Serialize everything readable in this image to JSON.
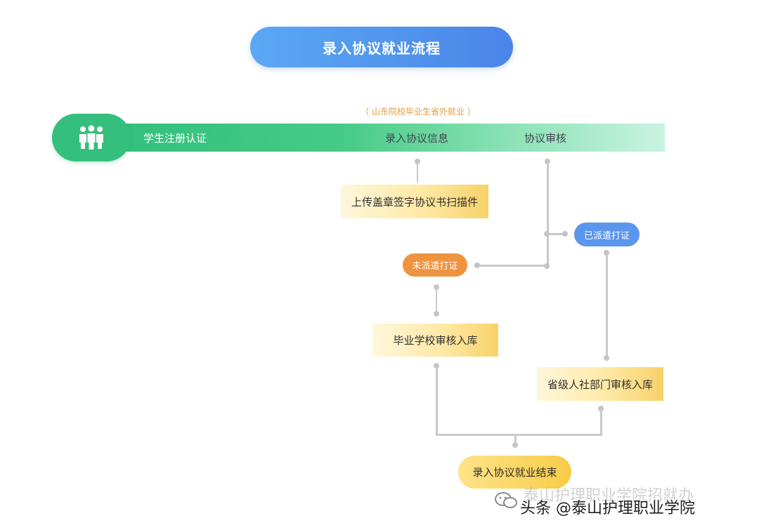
{
  "title": "录入协议就业流程",
  "note": "（ 山东院校毕业生省外就业 ）",
  "band": {
    "icon": "people-icon",
    "steps": [
      "学生注册认证",
      "录入协议信息",
      "协议审核"
    ]
  },
  "boxes": {
    "upload": "上传盖章签字协议书扫描件",
    "school_review": "毕业学校审核入库",
    "province_review": "省级人社部门审核入库"
  },
  "pills": {
    "dispatched": "已派遣打证",
    "not_dispatched": "未派遣打证",
    "end": "录入协议就业结束"
  },
  "watermark": {
    "faint": "泰山护理职业学院招就办",
    "credit": "头条 @泰山护理职业学院"
  },
  "colors": {
    "title": "#4a85e8",
    "band": "#35bf7c",
    "dispatched": "#5b95ec",
    "not_dispatched": "#ee9440",
    "box": "#f7d26a",
    "note": "#e39b3b"
  }
}
